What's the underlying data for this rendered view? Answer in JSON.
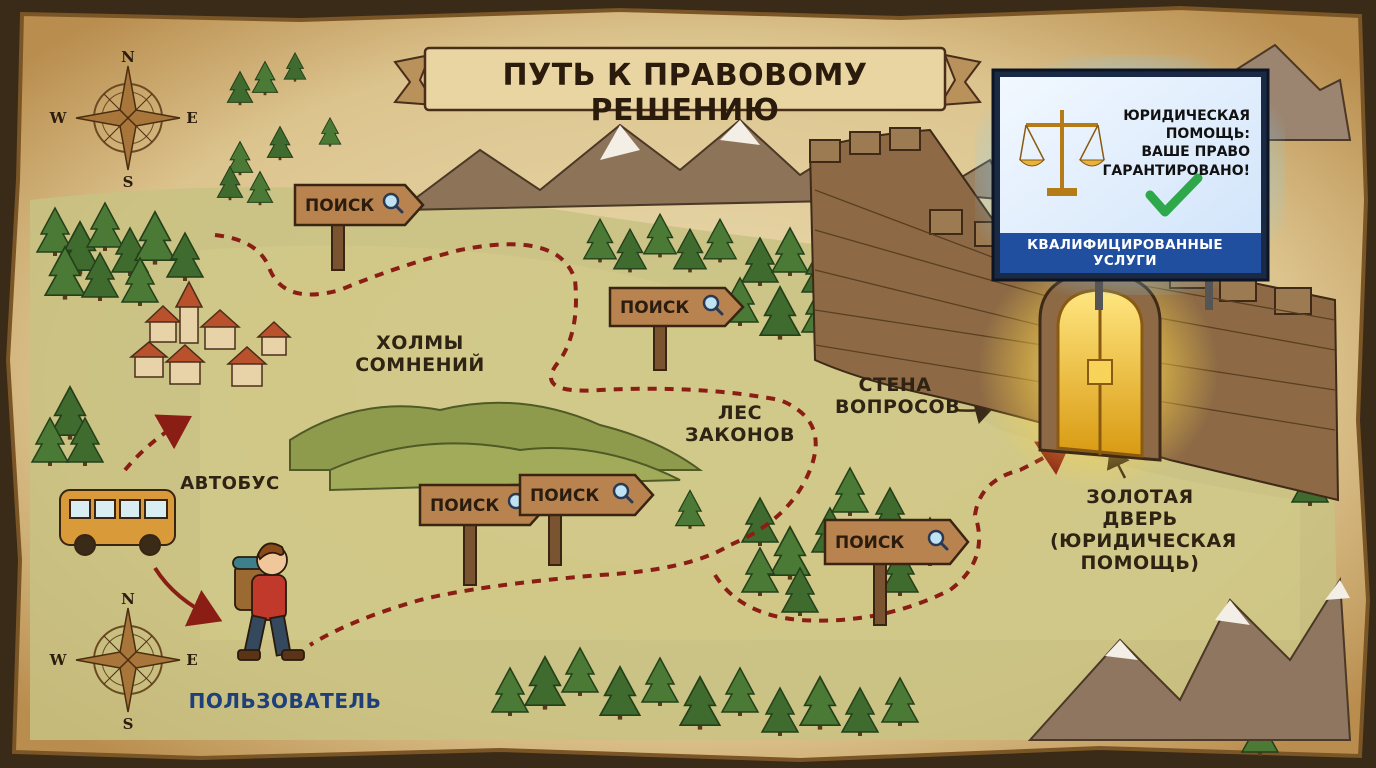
{
  "title": "ПУТЬ К ПРАВОВОМУ РЕШЕНИЮ",
  "colors": {
    "parchment": "#e6d5a6",
    "parchment_edge": "#b4894a",
    "path_dots": "#8a1e14",
    "grass": "#b9bf75",
    "forest": "#3f6b2f",
    "wall": "#8d6a45",
    "gold_door": "#f2c230",
    "billboard_blue": "#1f4f9e",
    "check_green": "#2ea84a",
    "user_label": "#1e3f7a"
  },
  "billboard": {
    "headline": [
      "ЮРИДИЧЕСКАЯ ПОМОЩЬ:",
      "ВАШЕ ПРАВО",
      "ГАРАНТИРОВАНО!"
    ],
    "footer": "КВАЛИФИЦИРОВАННЫЕ УСЛУГИ",
    "icons": [
      "scales-icon",
      "checkmark-icon"
    ]
  },
  "signs": [
    {
      "id": "sign-1",
      "label": "ПОИСК",
      "icon": "magnifier-icon"
    },
    {
      "id": "sign-2",
      "label": "ПОИСК",
      "icon": "magnifier-icon"
    },
    {
      "id": "sign-3",
      "label": "ПОИСК",
      "icon": "magnifier-icon"
    },
    {
      "id": "sign-4",
      "label": "ПОИСК",
      "icon": "magnifier-icon"
    },
    {
      "id": "sign-5",
      "label": "ПОИСК",
      "icon": "magnifier-icon"
    }
  ],
  "labels": {
    "hills": [
      "ХОЛМЫ",
      "СОМНЕНИЙ"
    ],
    "forest": [
      "ЛЕС",
      "ЗАКОНОВ"
    ],
    "wall": [
      "СТЕНА",
      "ВОПРОСОВ"
    ],
    "door": [
      "ЗОЛОТАЯ ДВЕРЬ",
      "(ЮРИДИЧЕСКАЯ",
      "ПОМОЩЬ)"
    ],
    "bus": "АВТОБУС",
    "user": "ПОЛЬЗОВАТЕЛЬ"
  },
  "compass": {
    "n": "N",
    "s": "S",
    "e": "E",
    "w": "W"
  }
}
